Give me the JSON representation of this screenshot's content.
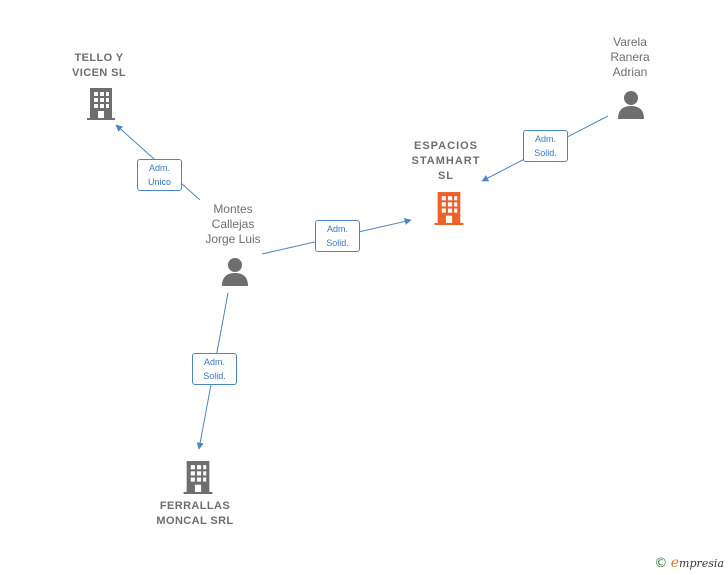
{
  "nodes": {
    "tello": {
      "label": "TELLO Y\nVICEN SL"
    },
    "espacios": {
      "label": "ESPACIOS\nSTAMHART\nSL"
    },
    "ferrallas": {
      "label": "FERRALLAS\nMONCAL SRL"
    },
    "montes": {
      "label": "Montes\nCallejas\nJorge Luis"
    },
    "varela": {
      "label": "Varela\nRanera\nAdrian"
    }
  },
  "edges": {
    "montes_tello": {
      "line1": "Adm.",
      "line2": "Unico"
    },
    "montes_espacios": {
      "line1": "Adm.",
      "line2": "Solid."
    },
    "varela_espacios": {
      "line1": "Adm.",
      "line2": "Solid."
    },
    "montes_ferrallas": {
      "line1": "Adm.",
      "line2": "Solid."
    }
  },
  "colors": {
    "edge": "#4a86c8",
    "icon_gray": "#6e6e6e",
    "icon_focus": "#f0602a"
  },
  "footer": {
    "copyright": "©",
    "brand_initial": "e",
    "brand_rest": "mpresia"
  }
}
